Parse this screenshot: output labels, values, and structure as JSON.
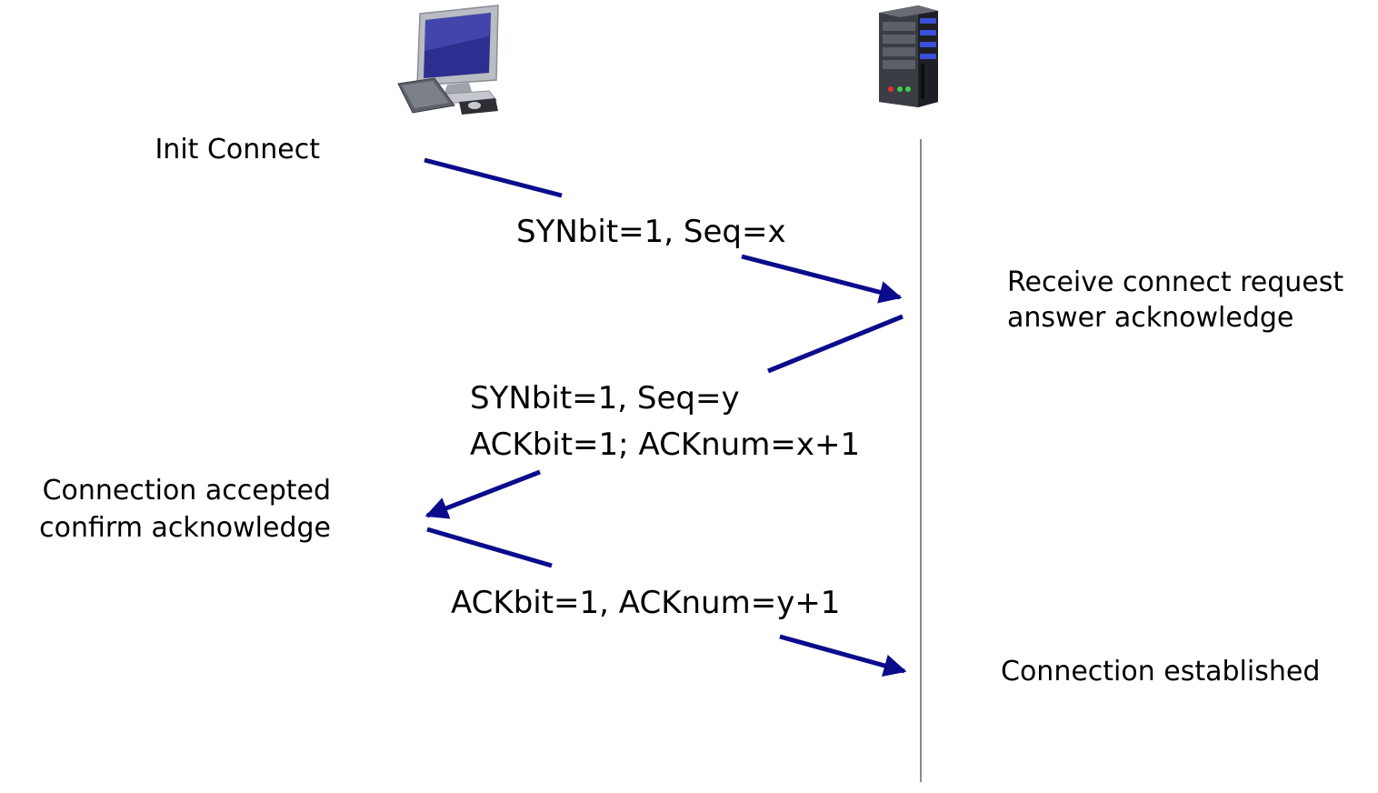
{
  "icons": {
    "client": "desktop-computer-icon",
    "server": "server-tower-icon"
  },
  "colors": {
    "arrow": "#0b0b8c",
    "timeline": "#888888",
    "text": "#000000"
  },
  "client_events": {
    "init": "Init Connect",
    "accepted_line1": "Connection accepted",
    "accepted_line2": "confirm acknowledge"
  },
  "server_events": {
    "receive_line1": "Receive connect request",
    "receive_line2": "answer acknowledge",
    "established": "Connection established"
  },
  "messages": {
    "syn": "SYNbit=1, Seq=x",
    "synack_line1": "SYNbit=1, Seq=y",
    "synack_line2": "ACKbit=1; ACKnum=x+1",
    "ack": "ACKbit=1, ACKnum=y+1"
  }
}
